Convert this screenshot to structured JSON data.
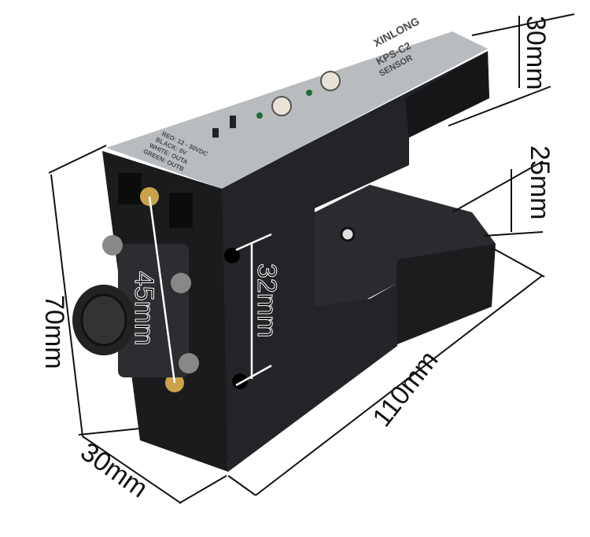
{
  "product": {
    "brand": "XINLONG",
    "model": "KPS-C2",
    "type": "SENSOR",
    "wiring": [
      "RED: 12 - 30VDC",
      "BLACK: 0V",
      "WHITE: OUTA",
      "GREEN: OUTB"
    ]
  },
  "dimensions": {
    "height": "70mm",
    "width": "30mm",
    "length": "110mm",
    "top_arm_thickness": "30mm",
    "bottom_arm_thickness": "25mm",
    "hole_spacing": "45mm",
    "slot_height": "32mm"
  },
  "colors": {
    "body": "#1e1f22",
    "top_plate": "#b9bcbf",
    "led": "#1f6b3a",
    "brass": "#c9a24a"
  }
}
